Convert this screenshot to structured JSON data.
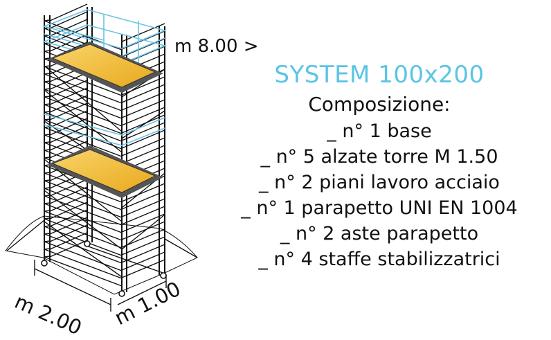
{
  "diagram": {
    "height_label": "m 8.00 >",
    "width_label": "m 2.00",
    "depth_label": "m 1.00"
  },
  "product": {
    "title": "SYSTEM 100x200",
    "title_color": "#5bc4e4",
    "composition_title": "Composizione:",
    "items": [
      "_ n° 1 base",
      "_ n° 5 alzate torre M 1.50",
      "_ n° 2 piani lavoro acciaio",
      "_ n° 1 parapetto UNI EN 1004",
      "_ n° 2 aste parapetto",
      "_ n° 4 staffe stabilizzatrici"
    ]
  },
  "colors": {
    "platform": "#f5c242",
    "guardrail": "#6cc4e4",
    "deck_frame": "#555555",
    "line": "#111111"
  }
}
